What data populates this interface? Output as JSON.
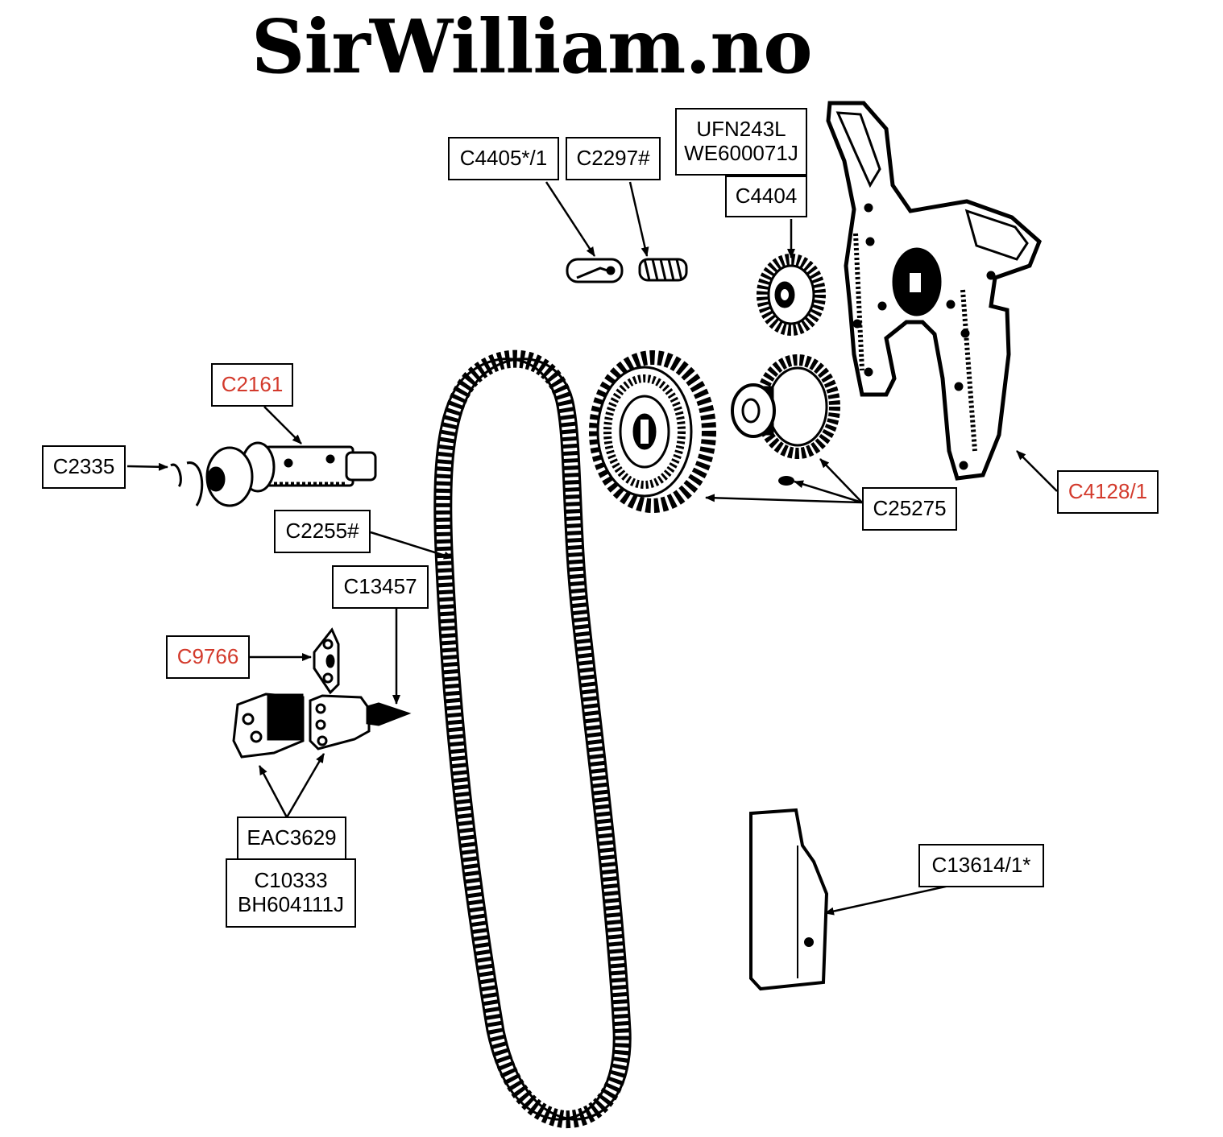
{
  "brand": "SirWilliam.no",
  "colors": {
    "ink": "#000000",
    "highlight": "#d33a2c",
    "background": "#ffffff"
  },
  "labels": {
    "c4405": "C4405*/1",
    "c2297": "C2297#",
    "ufn243l": "UFN243L",
    "we600071j": "WE600071J",
    "c4404": "C4404",
    "c2161": "C2161",
    "c2335": "C2335",
    "c2255": "C2255#",
    "c13457": "C13457",
    "c9766": "C9766",
    "c25275": "C25275",
    "c4128": "C4128/1",
    "eac3629": "EAC3629",
    "c10333": "C10333",
    "bh604111j": "BH604111J",
    "c13614": "C13614/1*"
  }
}
